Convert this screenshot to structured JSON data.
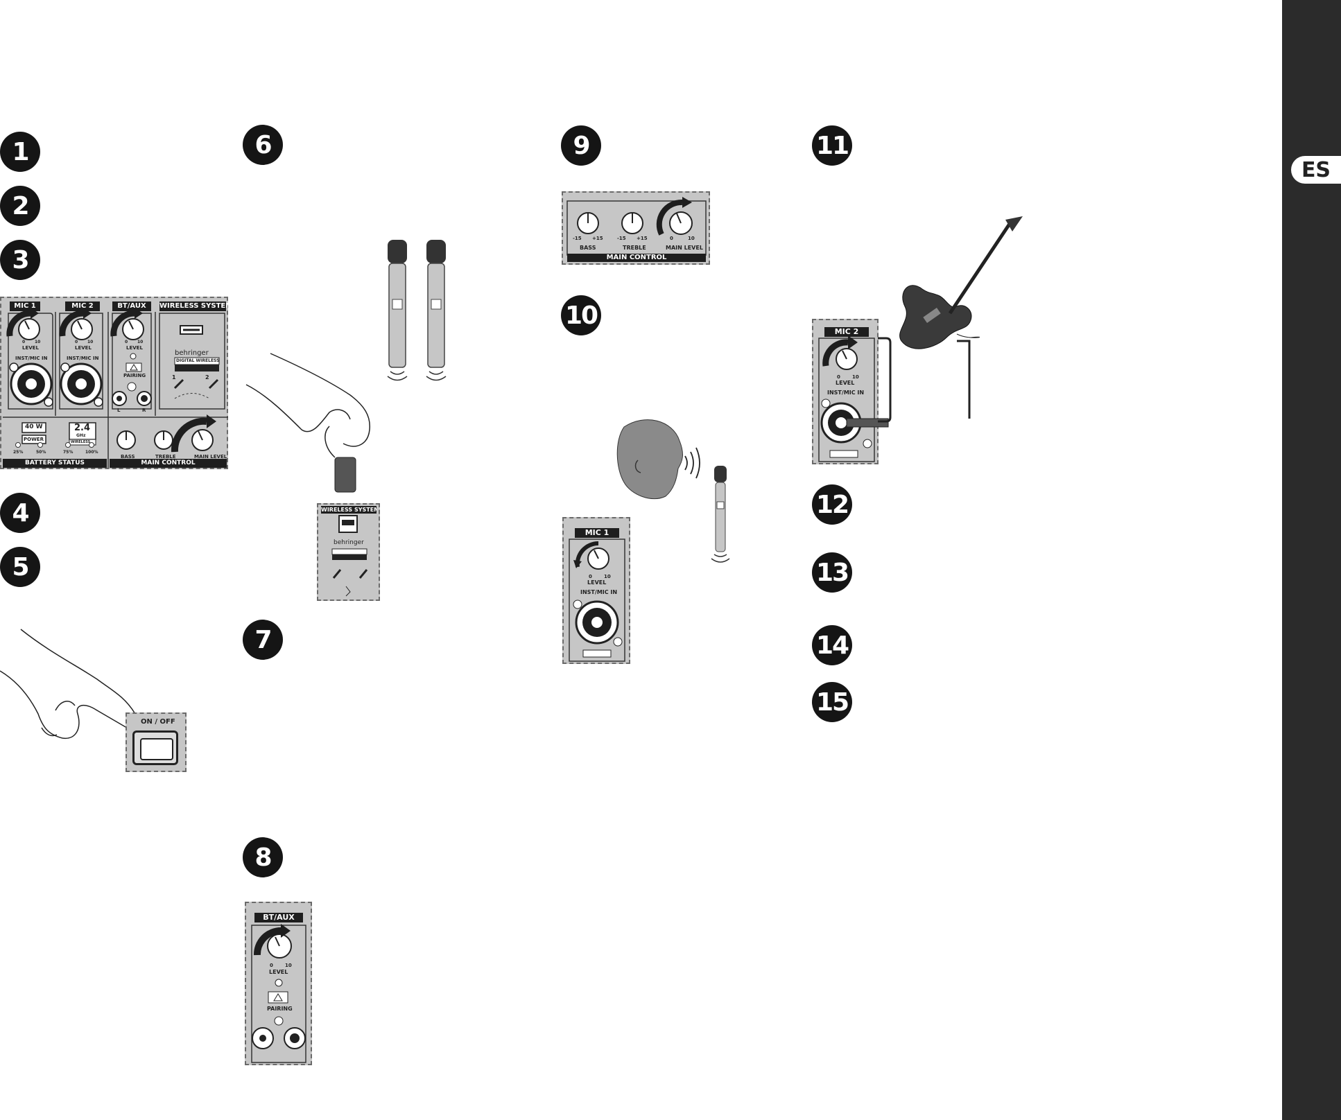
{
  "sidebar": {
    "language_tab": "ES"
  },
  "steps": [
    "1",
    "2",
    "3",
    "4",
    "5",
    "6",
    "7",
    "8",
    "9",
    "10",
    "11",
    "12",
    "13",
    "14",
    "15"
  ],
  "mixer": {
    "channels": [
      "MIC 1",
      "MIC 2",
      "BT/AUX",
      "WIRELESS SYSTEM"
    ],
    "level_label": "LEVEL",
    "inst_mic_in": "INST/MIC IN",
    "pairing": "PAIRING",
    "scale_min": "0",
    "scale_max": "10",
    "left": "L",
    "right": "R",
    "brand": "behringer",
    "digital_wireless": "DIGITAL WIRELESS",
    "power_badge": "40 W",
    "power_label": "POWER",
    "wireless_badge": "2.4",
    "ghz": "GHz",
    "wireless_label": "WIRELESS",
    "battery_levels": [
      "25%",
      "50%",
      "75%",
      "100%"
    ],
    "battery_status": "BATTERY STATUS",
    "main_control": "MAIN CONTROL",
    "bass": "BASS",
    "treble": "TREBLE",
    "main_level": "MAIN LEVEL",
    "eq_min": "-15",
    "eq_max": "+15",
    "mic_numbers": [
      "1",
      "2"
    ]
  },
  "power_switch": {
    "on_off": "ON / OFF"
  },
  "wireless_panel": {
    "title": "WIRELESS SYSTEM"
  },
  "bt_panel": {
    "title": "BT/AUX"
  },
  "main_panel": {
    "title": "MAIN CONTROL"
  },
  "mic1_panel": {
    "title": "MIC 1"
  },
  "mic2_panel": {
    "title": "MIC 2"
  }
}
